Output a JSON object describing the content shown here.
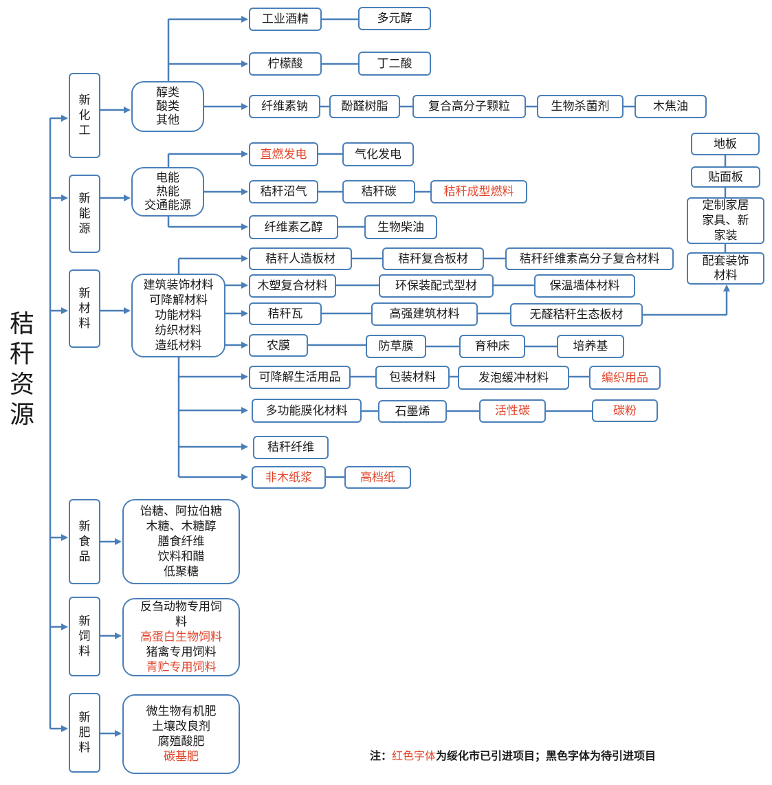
{
  "root": "秸秆资源",
  "categories": {
    "chem": "新化工",
    "energy": "新能源",
    "material": "新材料",
    "food": "新食品",
    "feed": "新饲料",
    "fert": "新肥料"
  },
  "groups": {
    "chem": [
      "醇类",
      "酸类",
      "其他"
    ],
    "energy": [
      "电能",
      "热能",
      "交通能源"
    ],
    "material": [
      "建筑装饰材料",
      "可降解材料",
      "功能材料",
      "纺织材料",
      "造纸材料"
    ],
    "food": [
      "饴糖、阿拉伯糖",
      "木糖、木糖醇",
      "膳食纤维",
      "饮料和醋",
      "低聚糖"
    ],
    "feed": [
      "反刍动物专用饲",
      "料",
      "高蛋白生物饲料",
      "猪禽专用饲料",
      "青贮专用饲料"
    ],
    "fert": [
      "微生物有机肥",
      "土壤改良剂",
      "腐殖酸肥",
      "碳基肥"
    ]
  },
  "nodes": {
    "gongye_jiujing": "工业酒精",
    "duoyuanchun": "多元醇",
    "ningmengsuan": "柠檬酸",
    "dingersuan": "丁二酸",
    "xianweisuna": "纤维素钠",
    "fenquanshuzhi": "酚醛树脂",
    "fuhe_gaofenzi": "复合高分子颗粒",
    "shengwu_shajunji": "生物杀菌剂",
    "mujiaoyou": "木焦油",
    "zhiran_fadian": "直燃发电",
    "qihua_fadian": "气化发电",
    "jiegan_zhaoqi": "秸秆沼气",
    "jiegan_tan": "秸秆碳",
    "jiegan_chengxing": "秸秆成型燃料",
    "xianweisu_yichun": "纤维素乙醇",
    "shengwu_chaiyou": "生物柴油",
    "diban": "地板",
    "tiemianban": "贴面板",
    "dingzhi_jiaju": [
      "定制家居",
      "家具、新",
      "家装"
    ],
    "peitao_zhuangshi": [
      "配套装饰",
      "材料"
    ],
    "jiegan_renzao": "秸秆人造板材",
    "jiegan_fuhe": "秸秆复合板材",
    "jiegan_xianwei_gaofenzi": "秸秆纤维素高分子复合材料",
    "musu_fuhe": "木塑复合材料",
    "huanbao_peishi": "环保装配式型材",
    "baowen_qiangti": "保温墙体材料",
    "jiegan_wa": "秸秆瓦",
    "gaoqiang_jianzhu": "高强建筑材料",
    "wuquan_shengtai": "无醛秸秆生态板材",
    "nongmo": "农膜",
    "fangcaomo": "防草膜",
    "yuzhongchuang": "育种床",
    "peiyangji": "培养基",
    "kejiangjie_shenghuo": "可降解生活用品",
    "baozhuang_cailiao": "包装材料",
    "fapao_huanchong": "发泡缓冲材料",
    "bianzhi_yongpin": "编织用品",
    "duogongneng_mo": "多功能膜化材料",
    "shimoxi": "石墨烯",
    "huoxingtan": "活性碳",
    "tanfen": "碳粉",
    "jiegan_xianwei": "秸秆纤维",
    "feimu_zhijiang": "非木纸浆",
    "gaodangzhi": "高档纸"
  },
  "note": {
    "prefix": "注：",
    "red_part": "红色字体",
    "mid": "为绥化市已引进项目；黑色字体为待引进项目"
  },
  "colors": {
    "line": "#4a7fb8",
    "highlight_red": "#e0442a",
    "text": "#1a1a1a"
  }
}
